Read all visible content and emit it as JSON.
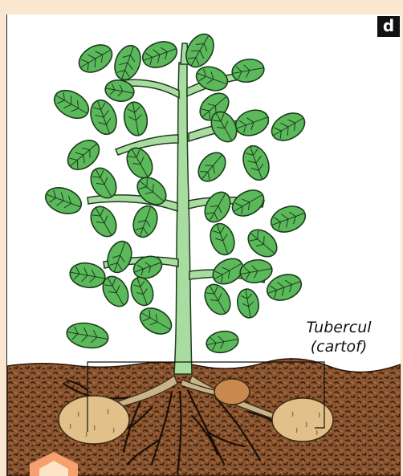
{
  "panel_letter": "d",
  "label": {
    "line1": "Tubercul",
    "line2": "(cartof)"
  },
  "colors": {
    "leaf": "#5bb85b",
    "leaf_dark": "#2f7d32",
    "stem": "#a8dca0",
    "soil": "#8a5530",
    "soil_dark": "#4a2a12",
    "root": "#1a0f08",
    "tuber": "#e2c08a",
    "peach": "#fbe6d0"
  }
}
